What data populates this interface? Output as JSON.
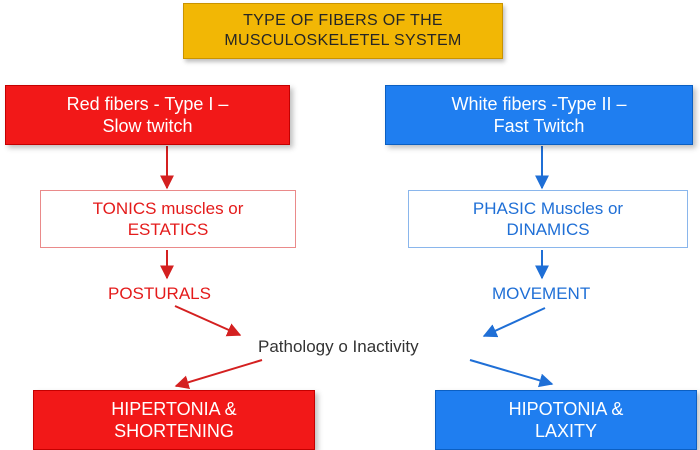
{
  "title": {
    "line1": "TYPE OF FIBERS OF THE",
    "line2": "MUSCULOSKELETEL SYSTEM"
  },
  "left": {
    "header": {
      "line1": "Red fibers  - Type I –",
      "line2": "Slow twitch"
    },
    "muscle": {
      "line1": "TONICS muscles or",
      "line2": "ESTATICS"
    },
    "function": "POSTURALS",
    "outcome": {
      "line1": "HIPERTONIA &",
      "line2": "SHORTENING"
    }
  },
  "right": {
    "header": {
      "line1": "White fibers -Type II –",
      "line2": "Fast Twitch"
    },
    "muscle": {
      "line1": "PHASIC Muscles or",
      "line2": "DINAMICS"
    },
    "function": "MOVEMENT",
    "outcome": {
      "line1": "HIPOTONIA &",
      "line2": "LAXITY"
    }
  },
  "center": {
    "cause": "Pathology o Inactivity"
  },
  "colors": {
    "red": "#f21818",
    "blue": "#1f7ef0",
    "yellow": "#f2b705"
  }
}
